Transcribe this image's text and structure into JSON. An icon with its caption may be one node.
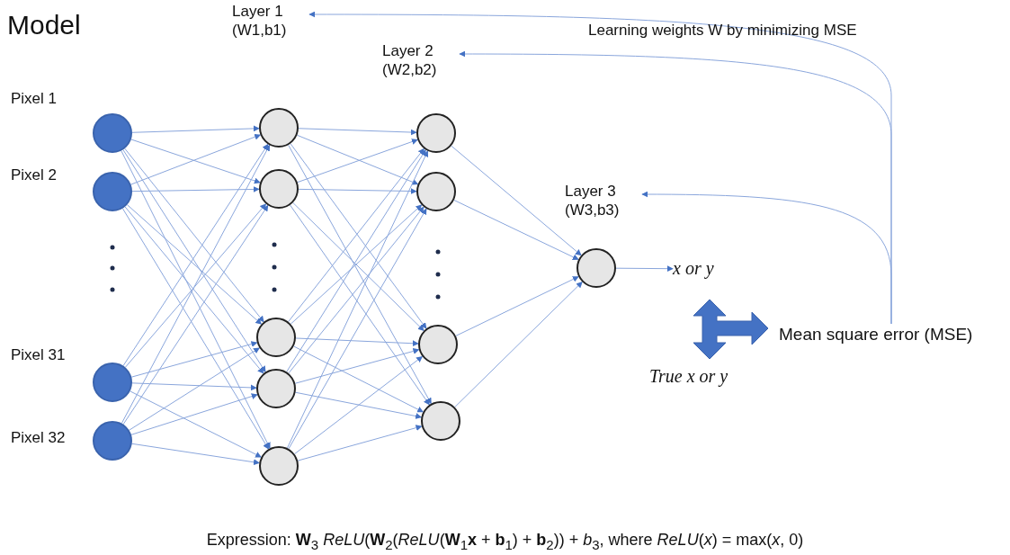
{
  "diagram": {
    "title": "Model",
    "caption": "Expression: **W**$_{3}$ *ReLU*(**W**$_{2}$(*ReLU*(**W**$_{1}$**x** + **b**$_{1}$) + **b**$_{2}$)) + *b*$_{3}$, where *ReLU*(*x*) = max(*x*, 0)",
    "nodes": [
      {
        "text": [],
        "shape": "circle",
        "beside": [
          "Pixel 1"
        ]
      },
      {
        "text": [],
        "shape": "circle",
        "beside": [
          "Pixel 2"
        ]
      },
      {
        "text": [],
        "shape": "circle",
        "beside": [
          "Pixel 31"
        ]
      },
      {
        "text": [],
        "shape": "circle",
        "beside": [
          "Pixel 32"
        ]
      },
      {
        "text": [],
        "shape": "circle"
      },
      {
        "text": [],
        "shape": "circle"
      },
      {
        "text": [],
        "shape": "circle"
      },
      {
        "text": [],
        "shape": "circle"
      },
      {
        "text": [],
        "shape": "circle"
      },
      {
        "text": [],
        "shape": "circle"
      },
      {
        "text": [],
        "shape": "circle"
      },
      {
        "text": [],
        "shape": "circle"
      },
      {
        "text": [],
        "shape": "circle"
      },
      {
        "text": [],
        "shape": "circle"
      },
      {
        "text": [
          "Layer 1 (W1,b1)"
        ]
      },
      {
        "text": [
          "Layer 2 (W2,b2)"
        ]
      },
      {
        "text": [
          "Layer 3 (W3,b3)"
        ]
      },
      {
        "text": [
          "x or y"
        ]
      },
      {
        "text": [],
        "shape": "arrow"
      },
      {
        "text": [
          "Mean square error (MSE)"
        ]
      },
      {
        "text": [
          "True x or y"
        ]
      }
    ],
    "edges": [
      {
        "from": 0,
        "to": 4,
        "arrow": "to"
      },
      {
        "from": 0,
        "to": 5,
        "arrow": "to"
      },
      {
        "from": 0,
        "to": 6,
        "arrow": "to"
      },
      {
        "from": 0,
        "to": 7,
        "arrow": "to"
      },
      {
        "from": 0,
        "to": 8,
        "arrow": "to"
      },
      {
        "from": 1,
        "to": 4,
        "arrow": "to"
      },
      {
        "from": 1,
        "to": 5,
        "arrow": "to"
      },
      {
        "from": 1,
        "to": 6,
        "arrow": "to"
      },
      {
        "from": 1,
        "to": 7,
        "arrow": "to"
      },
      {
        "from": 1,
        "to": 8,
        "arrow": "to"
      },
      {
        "from": 2,
        "to": 4,
        "arrow": "to"
      },
      {
        "from": 2,
        "to": 5,
        "arrow": "to"
      },
      {
        "from": 2,
        "to": 6,
        "arrow": "to"
      },
      {
        "from": 2,
        "to": 7,
        "arrow": "to"
      },
      {
        "from": 2,
        "to": 8,
        "arrow": "to"
      },
      {
        "from": 3,
        "to": 4,
        "arrow": "to"
      },
      {
        "from": 3,
        "to": 5,
        "arrow": "to"
      },
      {
        "from": 3,
        "to": 6,
        "arrow": "to"
      },
      {
        "from": 3,
        "to": 7,
        "arrow": "to"
      },
      {
        "from": 3,
        "to": 8,
        "arrow": "to"
      },
      {
        "from": 4,
        "to": 9,
        "arrow": "to"
      },
      {
        "from": 4,
        "to": 10,
        "arrow": "to"
      },
      {
        "from": 4,
        "to": 11,
        "arrow": "to"
      },
      {
        "from": 4,
        "to": 12,
        "arrow": "to"
      },
      {
        "from": 5,
        "to": 9,
        "arrow": "to"
      },
      {
        "from": 5,
        "to": 10,
        "arrow": "to"
      },
      {
        "from": 5,
        "to": 11,
        "arrow": "to"
      },
      {
        "from": 5,
        "to": 12,
        "arrow": "to"
      },
      {
        "from": 6,
        "to": 9,
        "arrow": "to"
      },
      {
        "from": 6,
        "to": 10,
        "arrow": "to"
      },
      {
        "from": 6,
        "to": 11,
        "arrow": "to"
      },
      {
        "from": 6,
        "to": 12,
        "arrow": "to"
      },
      {
        "from": 7,
        "to": 9,
        "arrow": "to"
      },
      {
        "from": 7,
        "to": 10,
        "arrow": "to"
      },
      {
        "from": 7,
        "to": 11,
        "arrow": "to"
      },
      {
        "from": 7,
        "to": 12,
        "arrow": "to"
      },
      {
        "from": 8,
        "to": 9,
        "arrow": "to"
      },
      {
        "from": 8,
        "to": 10,
        "arrow": "to"
      },
      {
        "from": 8,
        "to": 11,
        "arrow": "to"
      },
      {
        "from": 8,
        "to": 12,
        "arrow": "to"
      },
      {
        "from": 9,
        "to": 13,
        "arrow": "to"
      },
      {
        "from": 10,
        "to": 13,
        "arrow": "to"
      },
      {
        "from": 11,
        "to": 13,
        "arrow": "to"
      },
      {
        "from": 12,
        "to": 13,
        "arrow": "to"
      },
      {
        "from": 13,
        "to": 17,
        "arrow": "to"
      },
      {
        "from": 19,
        "to": 14,
        "arrow": "to"
      },
      {
        "from": 19,
        "to": 15,
        "arrow": "to"
      },
      {
        "from": 19,
        "to": 16,
        "arrow": "to"
      }
    ],
    "labels": [
      "Learning weights W by minimizing MSE"
    ]
  }
}
